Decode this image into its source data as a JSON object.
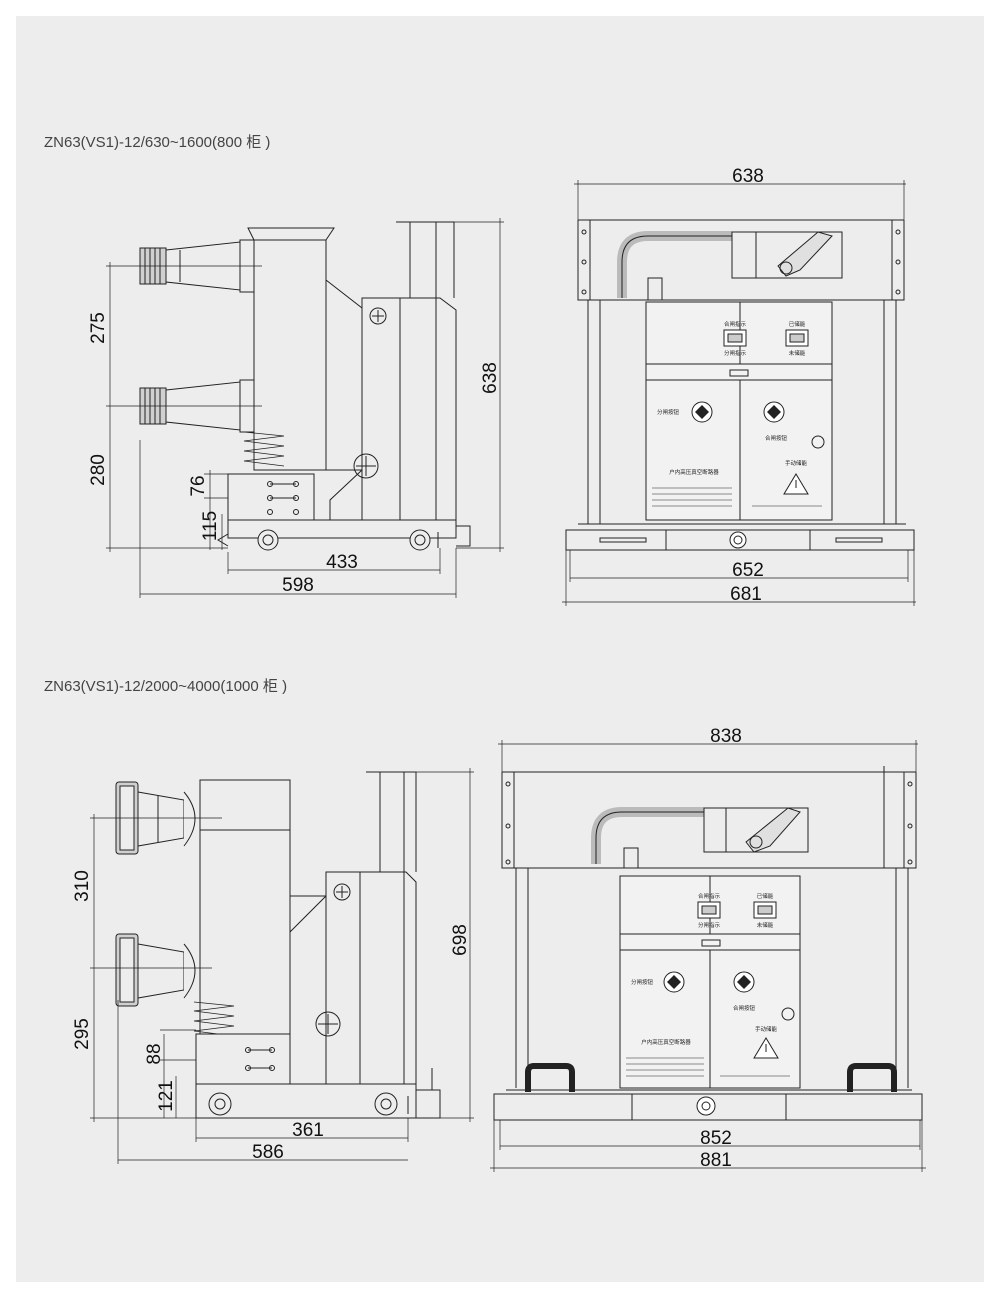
{
  "drawing_1": {
    "caption": "ZN63(VS1)-12/630~1600(800 柜 )",
    "side_view": {
      "dim_upper_vertical": "275",
      "dim_lower_vertical": "280",
      "dim_small_a": "76",
      "dim_small_b": "115",
      "dim_height": "638",
      "dim_wheel_span": "433",
      "dim_depth": "598"
    },
    "front_view": {
      "dim_top_width": "638",
      "dim_base_width": "652",
      "dim_overall_width": "681",
      "label_close_indicator": "合闸指示",
      "label_open_indicator": "分闸指示",
      "label_stored": "已储能",
      "label_not_stored": "未储能",
      "label_open_button": "分闸按钮",
      "label_close_button": "合闸按钮",
      "label_manual_charge": "手动储能",
      "label_nameplate": "户内高压真空断路器"
    }
  },
  "drawing_2": {
    "caption": "ZN63(VS1)-12/2000~4000(1000 柜 )",
    "side_view": {
      "dim_upper_vertical": "310",
      "dim_lower_vertical": "295",
      "dim_small_a": "88",
      "dim_small_b": "121",
      "dim_height": "698",
      "dim_wheel_span": "361",
      "dim_depth": "586"
    },
    "front_view": {
      "dim_top_width": "838",
      "dim_base_width": "852",
      "dim_overall_width": "881",
      "label_close_indicator": "合闸指示",
      "label_open_indicator": "分闸指示",
      "label_stored": "已储能",
      "label_not_stored": "未储能",
      "label_open_button": "分闸按钮",
      "label_close_button": "合闸按钮",
      "label_manual_charge": "手动储能",
      "label_nameplate": "户内高压真空断路器"
    }
  }
}
